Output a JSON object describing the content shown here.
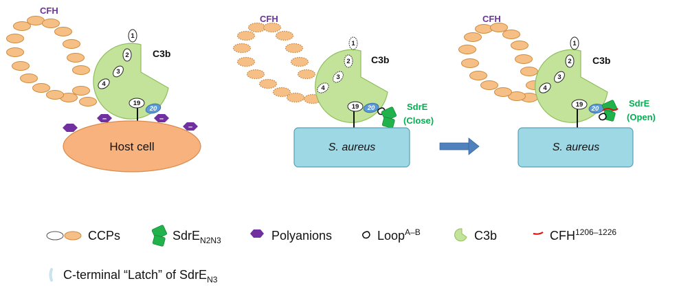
{
  "panel_host": {
    "cfh_label": "CFH",
    "c3b_label": "C3b",
    "cell_label": "Host cell",
    "ccp_numbers": [
      "1",
      "2",
      "3",
      "4",
      "19",
      "20"
    ],
    "polyanion_sign": "–"
  },
  "panel_close": {
    "cfh_label": "CFH",
    "c3b_label": "C3b",
    "cell_label": "S. aureus",
    "sdre_line1": "SdrE",
    "sdre_line2": "(Close)",
    "ccp_numbers": [
      "1",
      "2",
      "3",
      "4",
      "19",
      "20"
    ]
  },
  "panel_open": {
    "cfh_label": "CFH",
    "c3b_label": "C3b",
    "cell_label": "S. aureus",
    "sdre_line1": "SdrE",
    "sdre_line2": "(Open)",
    "ccp_numbers": [
      "1",
      "2",
      "3",
      "4",
      "19",
      "20"
    ]
  },
  "legend": {
    "ccps": "CCPs",
    "sdre_base": "SdrE",
    "sdre_sub": "N2N3",
    "polyanions": "Polyanions",
    "loop_base": "Loop",
    "loop_sup": "A–B",
    "c3b": "C3b",
    "cfh_base": "CFH",
    "cfh_sup": "1206–1226",
    "latch_base": "C-terminal “Latch” of SdrE",
    "latch_sub": "N3"
  },
  "colors": {
    "ccp_fill": "#f5bf86",
    "ccp_stroke": "#d08a3c",
    "c3b_fill": "#c3e39a",
    "c3b_stroke": "#8fbe5b",
    "host_cell": "#f8b27e",
    "s_aureus": "#9dd8e4",
    "sdre": "#22b24c",
    "polyanion": "#7030a0",
    "cfh_text": "#7030a0",
    "sdre_text": "#00b050",
    "ccp20": "#5b9bd5",
    "arrow": "#4f81bd",
    "cfh_peptide": "#e01010",
    "latch": "#c9e3ef"
  }
}
